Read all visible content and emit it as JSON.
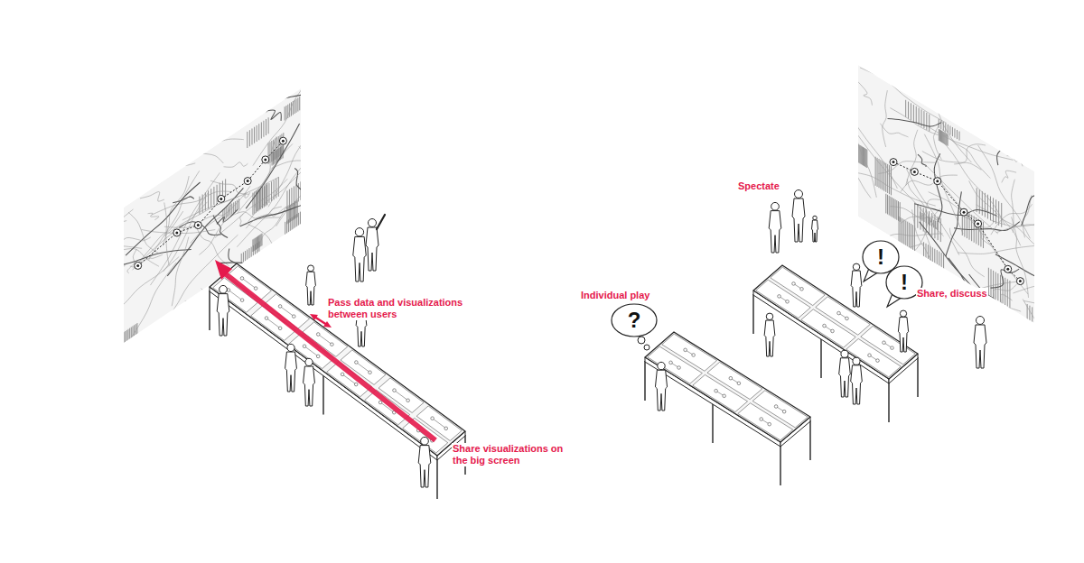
{
  "diagram": {
    "nodes": [
      {
        "text": [
          "?"
        ]
      },
      {
        "text": [
          "!"
        ]
      },
      {
        "text": [
          "!"
        ]
      }
    ],
    "labels": [
      "Pass data and visualizations between users",
      "Share visualizations on the big screen",
      "Individual play",
      "Spectate",
      "Share, discuss"
    ]
  }
}
